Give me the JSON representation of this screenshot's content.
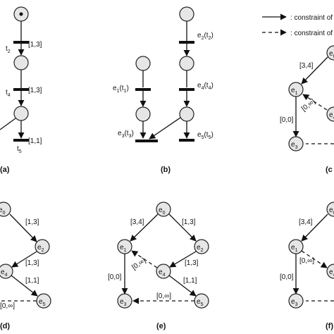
{
  "legend": {
    "solid": ": constraint of",
    "dashed": ": constraint of"
  },
  "panels": {
    "a": "(a)",
    "b": "(b)",
    "c": "(c",
    "d": "(d)",
    "e": "(e)",
    "f": "(f)"
  },
  "panel_a": {
    "t2": "t",
    "t2_sub": "2",
    "t2_int": "[1,3]",
    "t4": "t",
    "t4_sub": "4",
    "t4_int": "[1,3]",
    "t5": "t",
    "t5_sub": "5",
    "t5_int": "[1,1]"
  },
  "panel_b": {
    "e2": "e",
    "e2_sub": "2",
    "e2_t": "(t",
    "e2_tsub": "2",
    "e2_close": ")",
    "e1": "e",
    "e1_sub": "1",
    "e1_t": "(t",
    "e1_tsub": "1",
    "e1_close": ")",
    "e4": "e",
    "e4_sub": "4",
    "e4_t": "(t",
    "e4_tsub": "4",
    "e4_close": ")",
    "e3": "e",
    "e3_sub": "3",
    "e3_t": "(t",
    "e3_tsub": "3",
    "e3_close": ")",
    "e5": "e",
    "e5_sub": "5",
    "e5_t": "(t",
    "e5_tsub": "5",
    "e5_close": ")"
  },
  "nodes": {
    "e": "e",
    "s0": "0",
    "s1": "1",
    "s2": "2",
    "s3": "3",
    "s4": "4",
    "s5": "5"
  },
  "intervals": {
    "i34": "[3,4]",
    "i13": "[1,3]",
    "i00": "[0,0]",
    "i11": "[1,1]",
    "i0inf": "[0,∞]"
  }
}
